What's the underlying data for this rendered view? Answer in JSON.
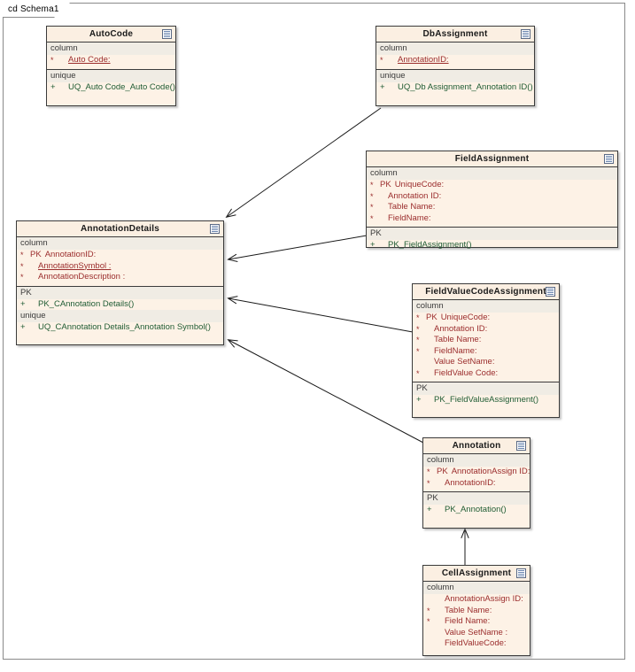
{
  "frame": {
    "tab_label": "cd Schema1"
  },
  "colors": {
    "class_fill": "#fdf2e6",
    "header_fill": "#fbefe2",
    "section_fill": "#f0ece4",
    "border": "#3b3b3b",
    "attribute_text": "#9b2d2d",
    "operation_text": "#1f5c34",
    "frame_border": "#8a8a8a"
  },
  "classes": [
    {
      "id": "autocode",
      "name": "AutoCode",
      "icon": "table-icon",
      "compartments": [
        {
          "label": "column",
          "rows": [
            {
              "marker": "*",
              "pk": "",
              "text": "Auto Code:",
              "underline": true,
              "indent": true,
              "kind": "attribute"
            }
          ]
        },
        {
          "label": "unique",
          "rows": [
            {
              "marker": "+",
              "pk": "",
              "text": "UQ_Auto Code_Auto Code()",
              "underline": false,
              "indent": true,
              "kind": "operation"
            }
          ]
        }
      ]
    },
    {
      "id": "dbassignment",
      "name": "DbAssignment",
      "icon": "table-icon",
      "compartments": [
        {
          "label": "column",
          "rows": [
            {
              "marker": "*",
              "pk": "",
              "text": "AnnotationID:",
              "underline": true,
              "indent": true,
              "kind": "attribute"
            }
          ]
        },
        {
          "label": "unique",
          "rows": [
            {
              "marker": "+",
              "pk": "",
              "text": "UQ_Db Assignment_Annotation ID()",
              "underline": false,
              "indent": true,
              "kind": "operation"
            }
          ]
        }
      ]
    },
    {
      "id": "fieldassignment",
      "name": "FieldAssignment",
      "icon": "table-icon",
      "compartments": [
        {
          "label": "column",
          "rows": [
            {
              "marker": "*",
              "pk": "PK",
              "text": "UniqueCode:",
              "underline": false,
              "indent": false,
              "kind": "attribute"
            },
            {
              "marker": "*",
              "pk": "",
              "text": "Annotation ID:",
              "underline": false,
              "indent": true,
              "kind": "attribute"
            },
            {
              "marker": "*",
              "pk": "",
              "text": "Table Name:",
              "underline": false,
              "indent": true,
              "kind": "attribute"
            },
            {
              "marker": "*",
              "pk": "",
              "text": "FieldName:",
              "underline": false,
              "indent": true,
              "kind": "attribute"
            }
          ]
        },
        {
          "label": "PK",
          "rows": [
            {
              "marker": "+",
              "pk": "",
              "text": "PK_FieldAssignment()",
              "underline": false,
              "indent": true,
              "kind": "operation"
            }
          ]
        }
      ]
    },
    {
      "id": "annotationdetails",
      "name": "AnnotationDetails",
      "icon": "table-icon",
      "compartments": [
        {
          "label": "column",
          "rows": [
            {
              "marker": "*",
              "pk": "PK",
              "text": "AnnotationID:",
              "underline": false,
              "indent": false,
              "kind": "attribute"
            },
            {
              "marker": "*",
              "pk": "",
              "text": "AnnotationSymbol :",
              "underline": true,
              "indent": true,
              "kind": "attribute"
            },
            {
              "marker": "*",
              "pk": "",
              "text": "AnnotationDescription :",
              "underline": false,
              "indent": true,
              "kind": "attribute"
            }
          ]
        },
        {
          "label": "PK",
          "rows": [
            {
              "marker": "+",
              "pk": "",
              "text": "PK_CAnnotation Details()",
              "underline": false,
              "indent": true,
              "kind": "operation"
            }
          ]
        },
        {
          "label": "unique",
          "rows": [
            {
              "marker": "+",
              "pk": "",
              "text": "UQ_CAnnotation Details_Annotation Symbol()",
              "underline": false,
              "indent": true,
              "kind": "operation"
            }
          ]
        }
      ]
    },
    {
      "id": "fieldvaluecodeassignment",
      "name": "FieldValueCodeAssignment",
      "icon": "table-icon",
      "compartments": [
        {
          "label": "column",
          "rows": [
            {
              "marker": "*",
              "pk": "PK",
              "text": "UniqueCode:",
              "underline": false,
              "indent": false,
              "kind": "attribute"
            },
            {
              "marker": "*",
              "pk": "",
              "text": "Annotation ID:",
              "underline": false,
              "indent": true,
              "kind": "attribute"
            },
            {
              "marker": "*",
              "pk": "",
              "text": "Table Name:",
              "underline": false,
              "indent": true,
              "kind": "attribute"
            },
            {
              "marker": "*",
              "pk": "",
              "text": "FieldName:",
              "underline": false,
              "indent": true,
              "kind": "attribute"
            },
            {
              "marker": "",
              "pk": "",
              "text": "Value SetName:",
              "underline": false,
              "indent": true,
              "kind": "attribute"
            },
            {
              "marker": "*",
              "pk": "",
              "text": "FieldValue Code:",
              "underline": false,
              "indent": true,
              "kind": "attribute"
            }
          ]
        },
        {
          "label": "PK",
          "rows": [
            {
              "marker": "+",
              "pk": "",
              "text": "PK_FieldValueAssignment()",
              "underline": false,
              "indent": true,
              "kind": "operation"
            }
          ]
        }
      ]
    },
    {
      "id": "annotation",
      "name": "Annotation",
      "icon": "table-icon",
      "compartments": [
        {
          "label": "column",
          "rows": [
            {
              "marker": "*",
              "pk": "PK",
              "text": "AnnotationAssign ID:",
              "underline": false,
              "indent": false,
              "kind": "attribute"
            },
            {
              "marker": "*",
              "pk": "",
              "text": "AnnotationID:",
              "underline": false,
              "indent": true,
              "kind": "attribute"
            }
          ]
        },
        {
          "label": "PK",
          "rows": [
            {
              "marker": "+",
              "pk": "",
              "text": "PK_Annotation()",
              "underline": false,
              "indent": true,
              "kind": "operation"
            }
          ]
        }
      ]
    },
    {
      "id": "cellassignment",
      "name": "CellAssignment",
      "icon": "table-icon",
      "compartments": [
        {
          "label": "column",
          "rows": [
            {
              "marker": "",
              "pk": "",
              "text": "AnnotationAssign ID:",
              "underline": false,
              "indent": true,
              "kind": "attribute"
            },
            {
              "marker": "*",
              "pk": "",
              "text": "Table Name:",
              "underline": false,
              "indent": true,
              "kind": "attribute"
            },
            {
              "marker": "*",
              "pk": "",
              "text": "Field Name:",
              "underline": false,
              "indent": true,
              "kind": "attribute"
            },
            {
              "marker": "",
              "pk": "",
              "text": "Value SetName :",
              "underline": false,
              "indent": true,
              "kind": "attribute"
            },
            {
              "marker": "",
              "pk": "",
              "text": "FieldValueCode:",
              "underline": false,
              "indent": true,
              "kind": "attribute"
            }
          ]
        }
      ]
    }
  ],
  "connections": [
    {
      "from": "dbassignment",
      "to": "annotationdetails"
    },
    {
      "from": "fieldassignment",
      "to": "annotationdetails"
    },
    {
      "from": "fieldvaluecodeassignment",
      "to": "annotationdetails"
    },
    {
      "from": "annotation",
      "to": "annotationdetails"
    },
    {
      "from": "cellassignment",
      "to": "annotation"
    }
  ]
}
